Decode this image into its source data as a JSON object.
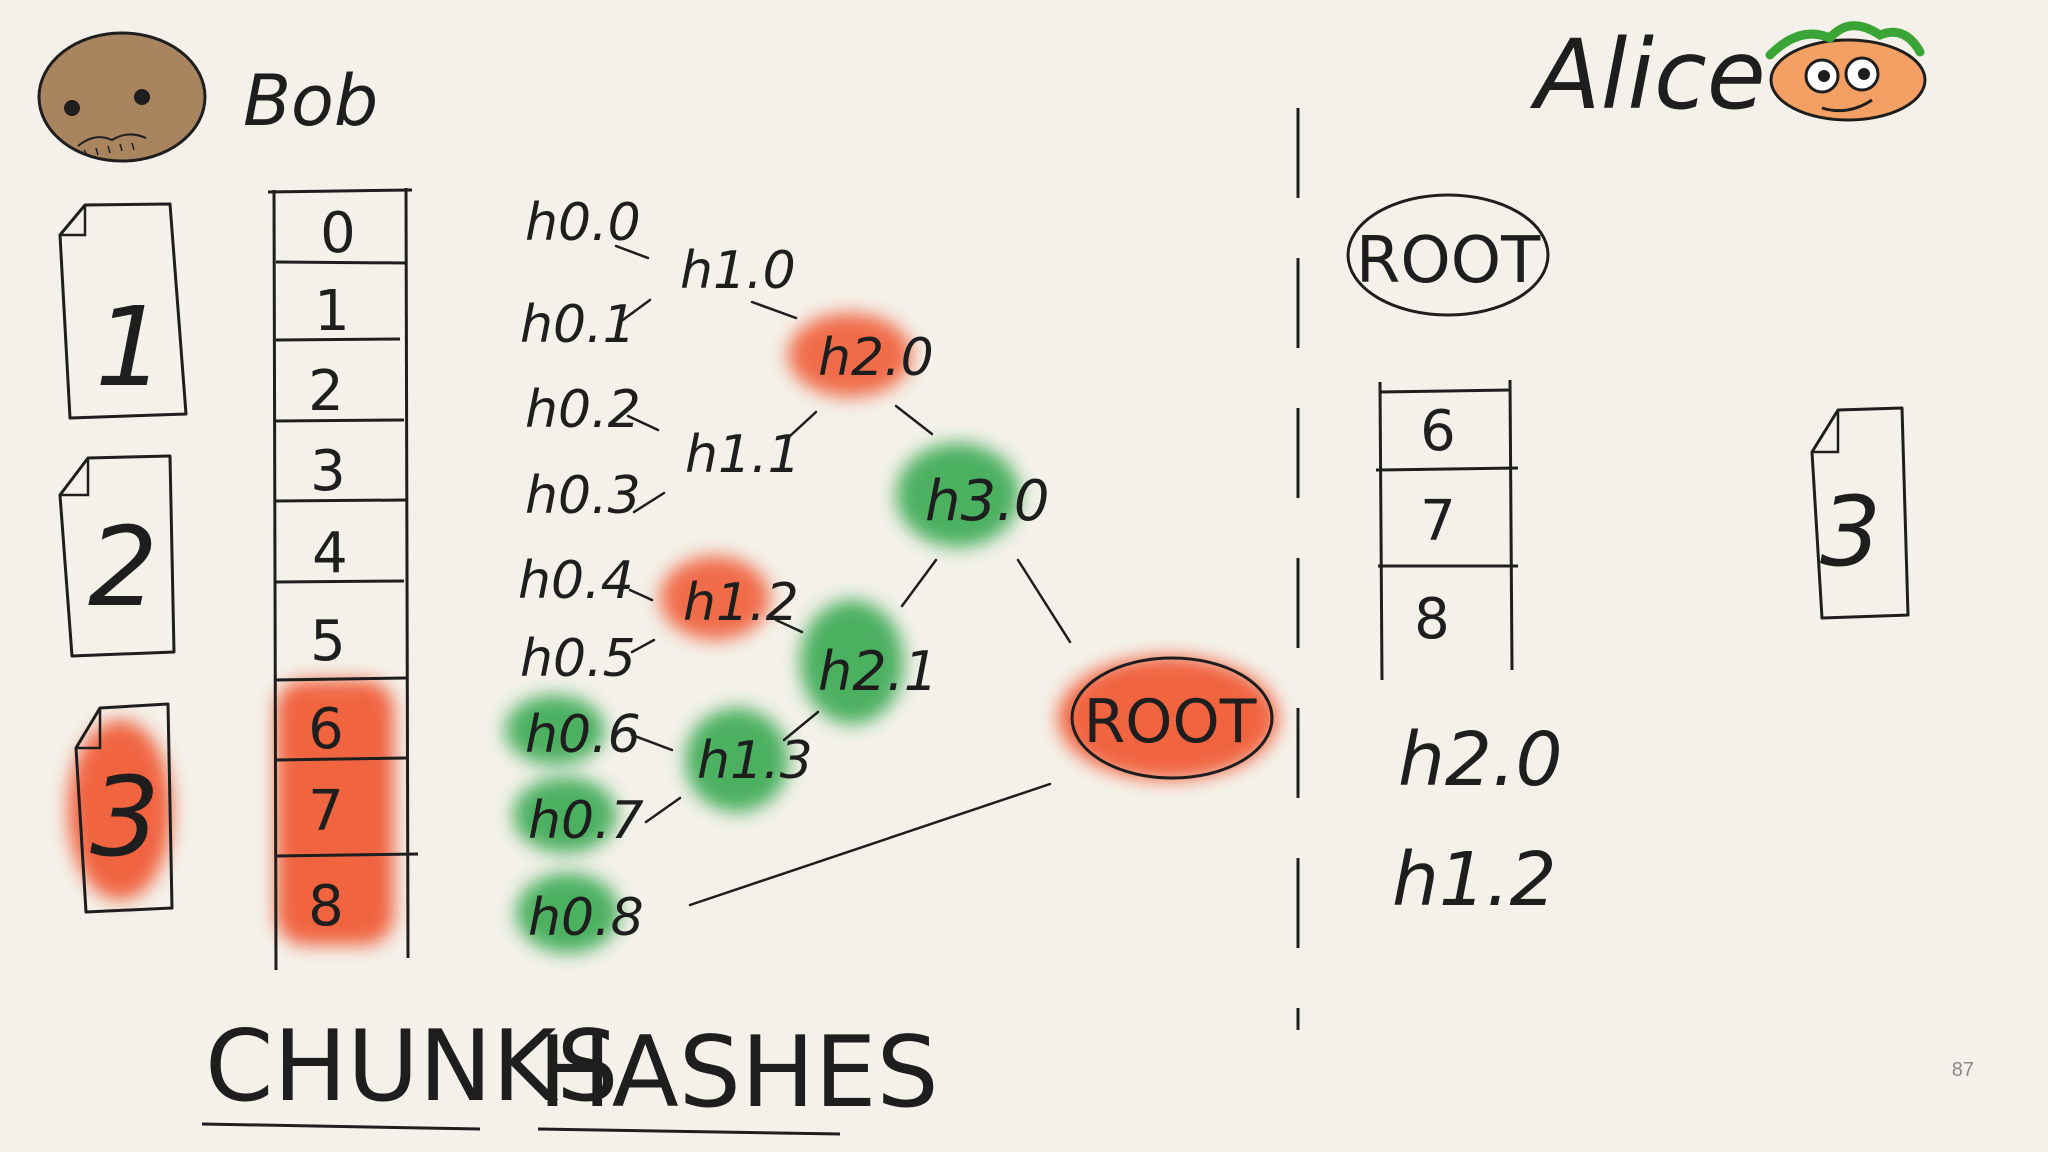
{
  "people": {
    "bob": "Bob",
    "alice": "Alice"
  },
  "bob_files": [
    "1",
    "2",
    "3"
  ],
  "chunks": [
    "0",
    "1",
    "2",
    "3",
    "4",
    "5",
    "6",
    "7",
    "8"
  ],
  "hashes": {
    "level0": [
      "h0.0",
      "h0.1",
      "h0.2",
      "h0.3",
      "h0.4",
      "h0.5",
      "h0.6",
      "h0.7",
      "h0.8"
    ],
    "level1": [
      "h1.0",
      "h1.1",
      "h1.2",
      "h1.3"
    ],
    "level2": [
      "h2.0",
      "h2.1"
    ],
    "level3": [
      "h3.0"
    ],
    "root": "ROOT"
  },
  "alice": {
    "root": "ROOT",
    "chunks": [
      "6",
      "7",
      "8"
    ],
    "proof": [
      "h2.0",
      "h1.2"
    ],
    "file": "3"
  },
  "labels": {
    "chunks": "CHUNKS",
    "hashes": "HASHES"
  },
  "slide_number": "87",
  "colors": {
    "ink": "#1e1e1e",
    "highlight_red": "#f0552e",
    "highlight_green": "#2fa54a",
    "background": "#f4f1ea"
  }
}
